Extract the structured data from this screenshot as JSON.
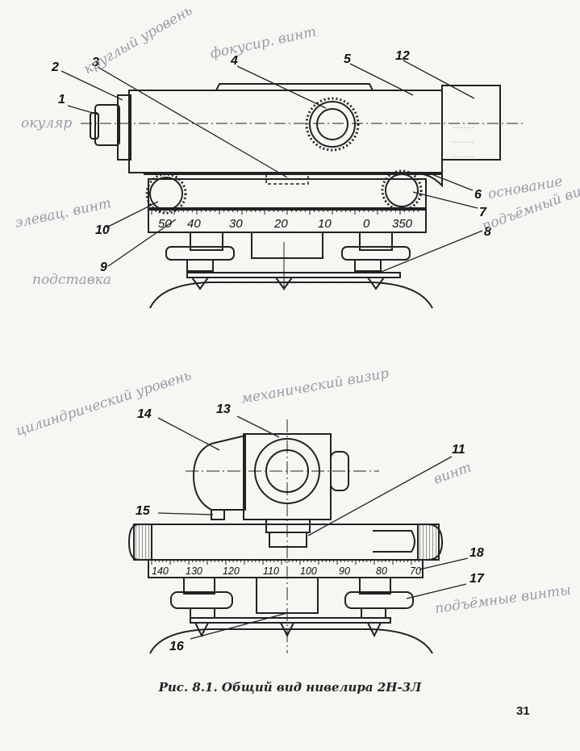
{
  "figure": {
    "caption": "Рис. 8.1. Общий вид нивелира 2Н-3Л",
    "page_number": "31"
  },
  "top_view": {
    "callouts": [
      "1",
      "2",
      "3",
      "4",
      "5",
      "12",
      "6",
      "7",
      "8",
      "9",
      "10"
    ],
    "scale_labels": [
      "50",
      "40",
      "30",
      "20",
      "10",
      "0",
      "350"
    ]
  },
  "bottom_view": {
    "callouts": [
      "13",
      "14",
      "11",
      "15",
      "18",
      "17",
      "16"
    ],
    "scale_labels": [
      "140",
      "130",
      "120",
      "110",
      "100",
      "90",
      "80",
      "70"
    ]
  },
  "handwritten_notes": {
    "n1": "круглый уровень",
    "n2": "фокусир. винт",
    "n3": "окуляр",
    "n4": "основание",
    "n5": "элевац. винт",
    "n6": "подъёмный винт",
    "n7": "подставка",
    "n8": "цилиндрический уровень",
    "n9": "механический визир",
    "n10": "винт",
    "n11": "подъёмные винты"
  }
}
